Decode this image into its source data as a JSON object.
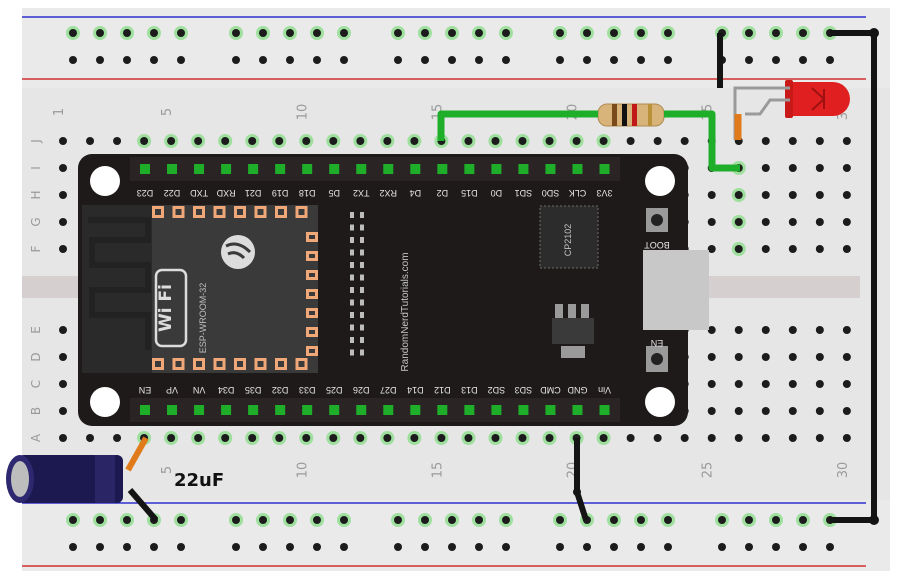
{
  "breadboard": {
    "column_numbers": [
      "1",
      "5",
      "10",
      "15",
      "20",
      "25",
      "30"
    ],
    "row_letters_top": [
      "J",
      "I",
      "H",
      "G",
      "F"
    ],
    "row_letters_bottom": [
      "E",
      "D",
      "C",
      "B",
      "A"
    ]
  },
  "esp32": {
    "top_pins": [
      "D23",
      "D22",
      "TXD",
      "RXD",
      "D21",
      "D19",
      "D18",
      "D5",
      "TX2",
      "RX2",
      "D4",
      "D2",
      "D15",
      "D0",
      "SD1",
      "SD0",
      "CLK",
      "3V3"
    ],
    "bottom_pins": [
      "EN",
      "VP",
      "VN",
      "D34",
      "D35",
      "D32",
      "D33",
      "D25",
      "D26",
      "D27",
      "D14",
      "D12",
      "D13",
      "SD2",
      "SD3",
      "CMD",
      "GND",
      "Vin"
    ],
    "module_label": "ESP-WROOM-32",
    "wifi_text": "Wi Fi",
    "chip_label": "CP2102",
    "website": "RandomNerdTutorials.com",
    "boot_label": "BOOT",
    "en_label": "EN"
  },
  "capacitor": {
    "label": "22uF"
  },
  "colors": {
    "board_bg": "#e8e8e8",
    "rail_blue": "#2f2fd0",
    "rail_red": "#d03030",
    "esp_body": "#1f1a1a",
    "wire_green": "#1fae2a",
    "wire_black": "#141414",
    "wire_orange": "#e07a1a",
    "led_red": "#e02020",
    "cap_blue": "#1c1850"
  }
}
